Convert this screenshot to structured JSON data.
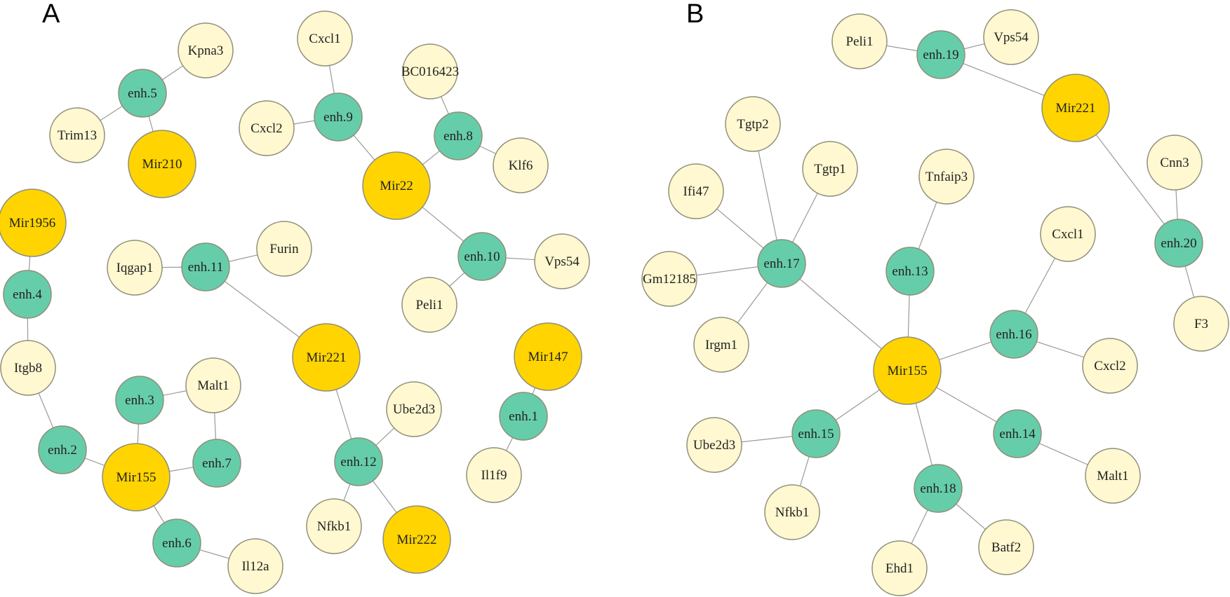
{
  "colors": {
    "gene": "#FFF8D0",
    "enhancer": "#66CDAA",
    "mirna": "#FFD400",
    "edge": "#9a9a9a"
  },
  "panels": [
    {
      "label": "A",
      "nodes": [
        {
          "id": "A_kpna3",
          "text": "Kpna3",
          "kind": "gene"
        },
        {
          "id": "A_enh5",
          "text": "enh.5",
          "kind": "enhancer"
        },
        {
          "id": "A_trim13",
          "text": "Trim13",
          "kind": "gene"
        },
        {
          "id": "A_mir210",
          "text": "Mir210",
          "kind": "mirna"
        },
        {
          "id": "A_cxcl1",
          "text": "Cxcl1",
          "kind": "gene"
        },
        {
          "id": "A_enh9",
          "text": "enh.9",
          "kind": "enhancer"
        },
        {
          "id": "A_cxcl2",
          "text": "Cxcl2",
          "kind": "gene"
        },
        {
          "id": "A_bc016423",
          "text": "BC016423",
          "kind": "gene"
        },
        {
          "id": "A_enh8",
          "text": "enh.8",
          "kind": "enhancer"
        },
        {
          "id": "A_klf6",
          "text": "Klf6",
          "kind": "gene"
        },
        {
          "id": "A_mir22",
          "text": "Mir22",
          "kind": "mirna"
        },
        {
          "id": "A_mir1956",
          "text": "Mir1956",
          "kind": "mirna"
        },
        {
          "id": "A_enh4",
          "text": "enh.4",
          "kind": "enhancer"
        },
        {
          "id": "A_itgb8",
          "text": "Itgb8",
          "kind": "gene"
        },
        {
          "id": "A_iqgap1",
          "text": "Iqgap1",
          "kind": "gene"
        },
        {
          "id": "A_enh11",
          "text": "enh.11",
          "kind": "enhancer"
        },
        {
          "id": "A_furin",
          "text": "Furin",
          "kind": "gene"
        },
        {
          "id": "A_enh10",
          "text": "enh.10",
          "kind": "enhancer"
        },
        {
          "id": "A_vps54",
          "text": "Vps54",
          "kind": "gene"
        },
        {
          "id": "A_peli1",
          "text": "Peli1",
          "kind": "gene"
        },
        {
          "id": "A_mir221",
          "text": "Mir221",
          "kind": "mirna"
        },
        {
          "id": "A_mir147",
          "text": "Mir147",
          "kind": "mirna"
        },
        {
          "id": "A_enh1",
          "text": "enh.1",
          "kind": "enhancer"
        },
        {
          "id": "A_il1f9",
          "text": "Il1f9",
          "kind": "gene"
        },
        {
          "id": "A_enh3",
          "text": "enh.3",
          "kind": "enhancer"
        },
        {
          "id": "A_malt1",
          "text": "Malt1",
          "kind": "gene"
        },
        {
          "id": "A_enh2",
          "text": "enh.2",
          "kind": "enhancer"
        },
        {
          "id": "A_mir155",
          "text": "Mir155",
          "kind": "mirna"
        },
        {
          "id": "A_enh7",
          "text": "enh.7",
          "kind": "enhancer"
        },
        {
          "id": "A_enh6",
          "text": "enh.6",
          "kind": "enhancer"
        },
        {
          "id": "A_il12a",
          "text": "Il12a",
          "kind": "gene"
        },
        {
          "id": "A_ube2d3",
          "text": "Ube2d3",
          "kind": "gene"
        },
        {
          "id": "A_enh12",
          "text": "enh.12",
          "kind": "enhancer"
        },
        {
          "id": "A_nfkb1",
          "text": "Nfkb1",
          "kind": "gene"
        },
        {
          "id": "A_mir222",
          "text": "Mir222",
          "kind": "mirna"
        }
      ],
      "edges": [
        [
          "A_enh5",
          "A_kpna3"
        ],
        [
          "A_enh5",
          "A_trim13"
        ],
        [
          "A_enh5",
          "A_mir210"
        ],
        [
          "A_enh9",
          "A_cxcl1"
        ],
        [
          "A_enh9",
          "A_cxcl2"
        ],
        [
          "A_enh9",
          "A_mir22"
        ],
        [
          "A_enh8",
          "A_bc016423"
        ],
        [
          "A_enh8",
          "A_klf6"
        ],
        [
          "A_enh8",
          "A_mir22"
        ],
        [
          "A_mir22",
          "A_enh10"
        ],
        [
          "A_enh10",
          "A_vps54"
        ],
        [
          "A_enh10",
          "A_peli1"
        ],
        [
          "A_mir1956",
          "A_enh4"
        ],
        [
          "A_enh4",
          "A_itgb8"
        ],
        [
          "A_itgb8",
          "A_enh2"
        ],
        [
          "A_enh11",
          "A_iqgap1"
        ],
        [
          "A_enh11",
          "A_furin"
        ],
        [
          "A_enh11",
          "A_mir221"
        ],
        [
          "A_mir221",
          "A_enh12"
        ],
        [
          "A_enh12",
          "A_ube2d3"
        ],
        [
          "A_enh12",
          "A_nfkb1"
        ],
        [
          "A_enh12",
          "A_mir222"
        ],
        [
          "A_mir147",
          "A_enh1"
        ],
        [
          "A_enh1",
          "A_il1f9"
        ],
        [
          "A_enh2",
          "A_mir155"
        ],
        [
          "A_enh3",
          "A_mir155"
        ],
        [
          "A_enh3",
          "A_malt1"
        ],
        [
          "A_malt1",
          "A_enh7"
        ],
        [
          "A_enh7",
          "A_mir155"
        ],
        [
          "A_mir155",
          "A_enh6"
        ],
        [
          "A_enh6",
          "A_il12a"
        ]
      ]
    },
    {
      "label": "B",
      "nodes": [
        {
          "id": "B_peli1",
          "text": "Peli1",
          "kind": "gene"
        },
        {
          "id": "B_enh19",
          "text": "enh.19",
          "kind": "enhancer"
        },
        {
          "id": "B_vps54",
          "text": "Vps54",
          "kind": "gene"
        },
        {
          "id": "B_mir221",
          "text": "Mir221",
          "kind": "mirna"
        },
        {
          "id": "B_cnn3",
          "text": "Cnn3",
          "kind": "gene"
        },
        {
          "id": "B_enh20",
          "text": "enh.20",
          "kind": "enhancer"
        },
        {
          "id": "B_f3",
          "text": "F3",
          "kind": "gene"
        },
        {
          "id": "B_tgtp2",
          "text": "Tgtp2",
          "kind": "gene"
        },
        {
          "id": "B_tgtp1",
          "text": "Tgtp1",
          "kind": "gene"
        },
        {
          "id": "B_ifi47",
          "text": "Ifi47",
          "kind": "gene"
        },
        {
          "id": "B_gm12185",
          "text": "Gm12185",
          "kind": "gene"
        },
        {
          "id": "B_enh17",
          "text": "enh.17",
          "kind": "enhancer"
        },
        {
          "id": "B_irgm1",
          "text": "Irgm1",
          "kind": "gene"
        },
        {
          "id": "B_tnfaip3",
          "text": "Tnfaip3",
          "kind": "gene"
        },
        {
          "id": "B_enh13",
          "text": "enh.13",
          "kind": "enhancer"
        },
        {
          "id": "B_mir155",
          "text": "Mir155",
          "kind": "mirna"
        },
        {
          "id": "B_cxcl1",
          "text": "Cxcl1",
          "kind": "gene"
        },
        {
          "id": "B_enh16",
          "text": "enh.16",
          "kind": "enhancer"
        },
        {
          "id": "B_cxcl2",
          "text": "Cxcl2",
          "kind": "gene"
        },
        {
          "id": "B_ube2d3",
          "text": "Ube2d3",
          "kind": "gene"
        },
        {
          "id": "B_enh15",
          "text": "enh.15",
          "kind": "enhancer"
        },
        {
          "id": "B_nfkb1",
          "text": "Nfkb1",
          "kind": "gene"
        },
        {
          "id": "B_enh14",
          "text": "enh.14",
          "kind": "enhancer"
        },
        {
          "id": "B_malt1",
          "text": "Malt1",
          "kind": "gene"
        },
        {
          "id": "B_enh18",
          "text": "enh.18",
          "kind": "enhancer"
        },
        {
          "id": "B_ehd1",
          "text": "Ehd1",
          "kind": "gene"
        },
        {
          "id": "B_batf2",
          "text": "Batf2",
          "kind": "gene"
        }
      ],
      "edges": [
        [
          "B_enh19",
          "B_peli1"
        ],
        [
          "B_enh19",
          "B_vps54"
        ],
        [
          "B_enh19",
          "B_mir221"
        ],
        [
          "B_mir221",
          "B_enh20"
        ],
        [
          "B_enh20",
          "B_cnn3"
        ],
        [
          "B_enh20",
          "B_f3"
        ],
        [
          "B_enh17",
          "B_tgtp2"
        ],
        [
          "B_enh17",
          "B_tgtp1"
        ],
        [
          "B_enh17",
          "B_ifi47"
        ],
        [
          "B_enh17",
          "B_gm12185"
        ],
        [
          "B_enh17",
          "B_irgm1"
        ],
        [
          "B_enh17",
          "B_mir155"
        ],
        [
          "B_enh13",
          "B_tnfaip3"
        ],
        [
          "B_enh13",
          "B_mir155"
        ],
        [
          "B_enh16",
          "B_cxcl1"
        ],
        [
          "B_enh16",
          "B_cxcl2"
        ],
        [
          "B_enh16",
          "B_mir155"
        ],
        [
          "B_enh15",
          "B_ube2d3"
        ],
        [
          "B_enh15",
          "B_nfkb1"
        ],
        [
          "B_enh15",
          "B_mir155"
        ],
        [
          "B_enh14",
          "B_malt1"
        ],
        [
          "B_enh14",
          "B_mir155"
        ],
        [
          "B_enh18",
          "B_ehd1"
        ],
        [
          "B_enh18",
          "B_batf2"
        ],
        [
          "B_enh18",
          "B_mir155"
        ]
      ]
    }
  ]
}
